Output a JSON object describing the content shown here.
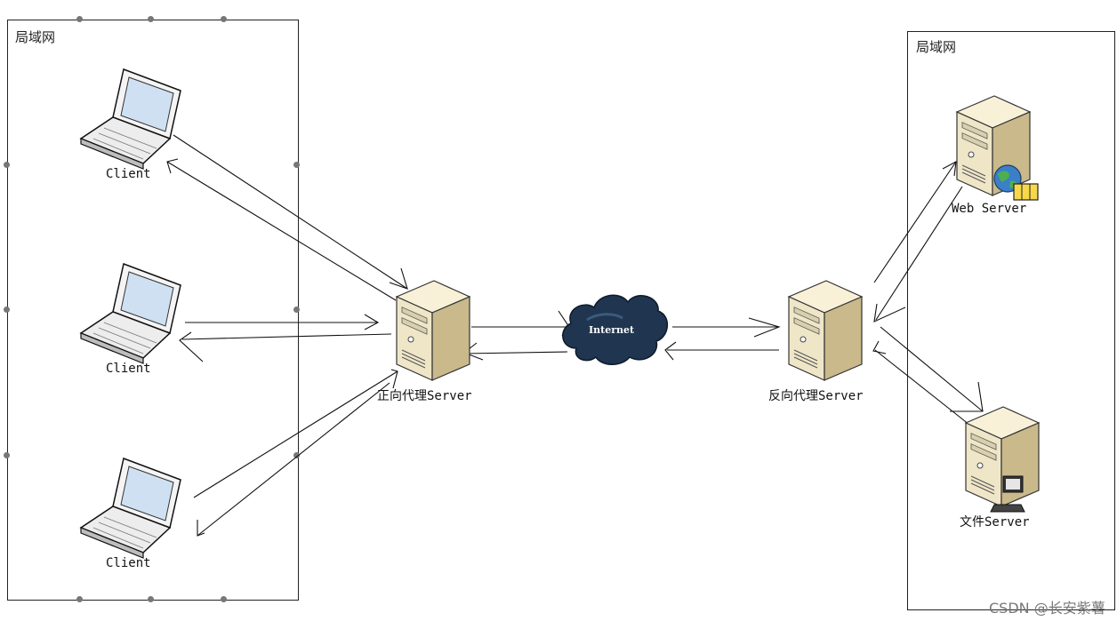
{
  "left_lan": {
    "title": "局域网"
  },
  "right_lan": {
    "title": "局域网"
  },
  "clients": [
    {
      "label": "Client"
    },
    {
      "label": "Client"
    },
    {
      "label": "Client"
    }
  ],
  "forward_proxy": {
    "label": "正向代理Server",
    "icon": "server-tower-icon"
  },
  "internet": {
    "label": "Internet",
    "icon": "cloud-icon",
    "color": "#1f3550"
  },
  "reverse_proxy": {
    "label": "反向代理Server",
    "icon": "server-tower-icon"
  },
  "web_server": {
    "label": "Web Server",
    "icon": "globe-icon"
  },
  "file_server": {
    "label": "文件Server",
    "icon": "computer-icon"
  },
  "watermark": "CSDN @长安紫薯",
  "colors": {
    "server_body": "#efe6c8",
    "server_side": "#c9b98b",
    "laptop_screen": "#cfe0f2",
    "cloud": "#1f3550"
  }
}
